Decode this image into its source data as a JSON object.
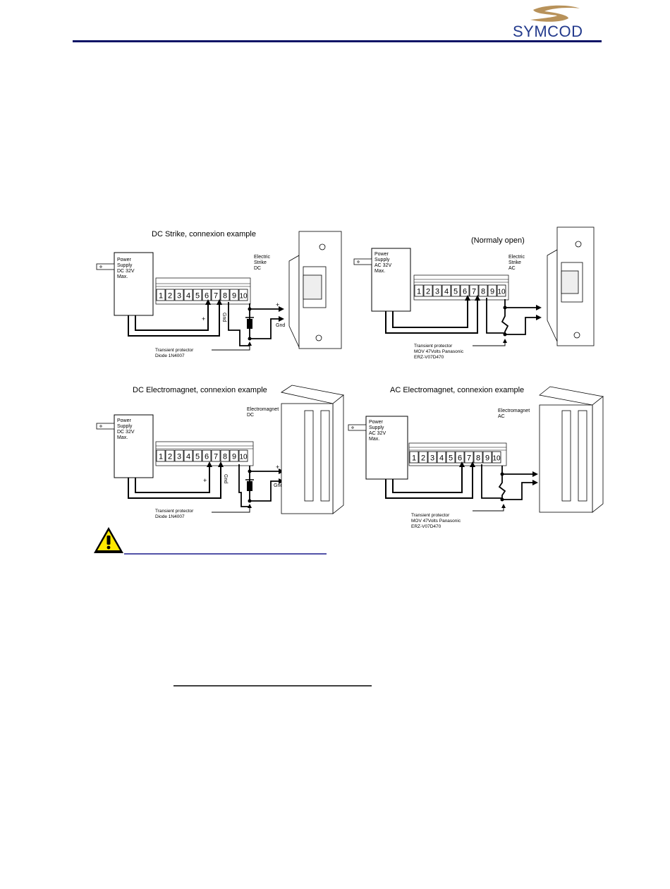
{
  "header": {
    "logo_text": "SYMCOD",
    "rule_color": "#0b1466",
    "logo_color": "#233a8c",
    "swoosh_color": "#b8925a"
  },
  "diagrams": [
    {
      "title": "DC Strike, connexion example",
      "supply_lines": [
        "Power",
        "Supply",
        "DC 32V",
        "Max."
      ],
      "device_lines": [
        "Electric",
        "Strike",
        "DC"
      ],
      "terminals": [
        "1",
        "2",
        "3",
        "4",
        "5",
        "6",
        "7",
        "8",
        "9",
        "10"
      ],
      "plus_label": "+",
      "gnd_label": "Gnd",
      "out_plus": "+",
      "out_gnd": "Gnd",
      "protector_lines": [
        "Transient protector",
        "Diode 1N4007"
      ]
    },
    {
      "title": "(Normaly open)",
      "supply_lines": [
        "Power",
        "Supply",
        "AC 32V",
        "Max."
      ],
      "device_lines": [
        "Electric",
        "Strike",
        "AC"
      ],
      "terminals": [
        "1",
        "2",
        "3",
        "4",
        "5",
        "6",
        "7",
        "8",
        "9",
        "10"
      ],
      "protector_lines": [
        "Transient protector",
        "MOV 47Volts Panasonic",
        "ERZ-V07D470"
      ]
    },
    {
      "title": "DC Electromagnet, connexion example",
      "supply_lines": [
        "Power",
        "Supply",
        "DC 32V",
        "Max."
      ],
      "device_lines": [
        "Electromagnet",
        "DC"
      ],
      "terminals": [
        "1",
        "2",
        "3",
        "4",
        "5",
        "6",
        "7",
        "8",
        "9",
        "10"
      ],
      "plus_label": "+",
      "gnd_label": "Gnd",
      "out_plus": "+",
      "out_gnd": "Gnd",
      "protector_lines": [
        "Transient protector",
        "Diode 1N4007"
      ]
    },
    {
      "title": "AC Electromagnet, connexion example",
      "supply_lines": [
        "Power",
        "Supply",
        "AC 32V",
        "Max."
      ],
      "device_lines": [
        "Electromagnet",
        "AC"
      ],
      "terminals": [
        "1",
        "2",
        "3",
        "4",
        "5",
        "6",
        "7",
        "8",
        "9",
        "10"
      ],
      "protector_lines": [
        "Transient protector",
        "MOV 47Volts Panasonic",
        "ERZ-V07D470"
      ]
    }
  ],
  "warning": {
    "icon": "warning-icon",
    "icon_fill": "#ffe800",
    "link_color": "#1a1a8c"
  }
}
